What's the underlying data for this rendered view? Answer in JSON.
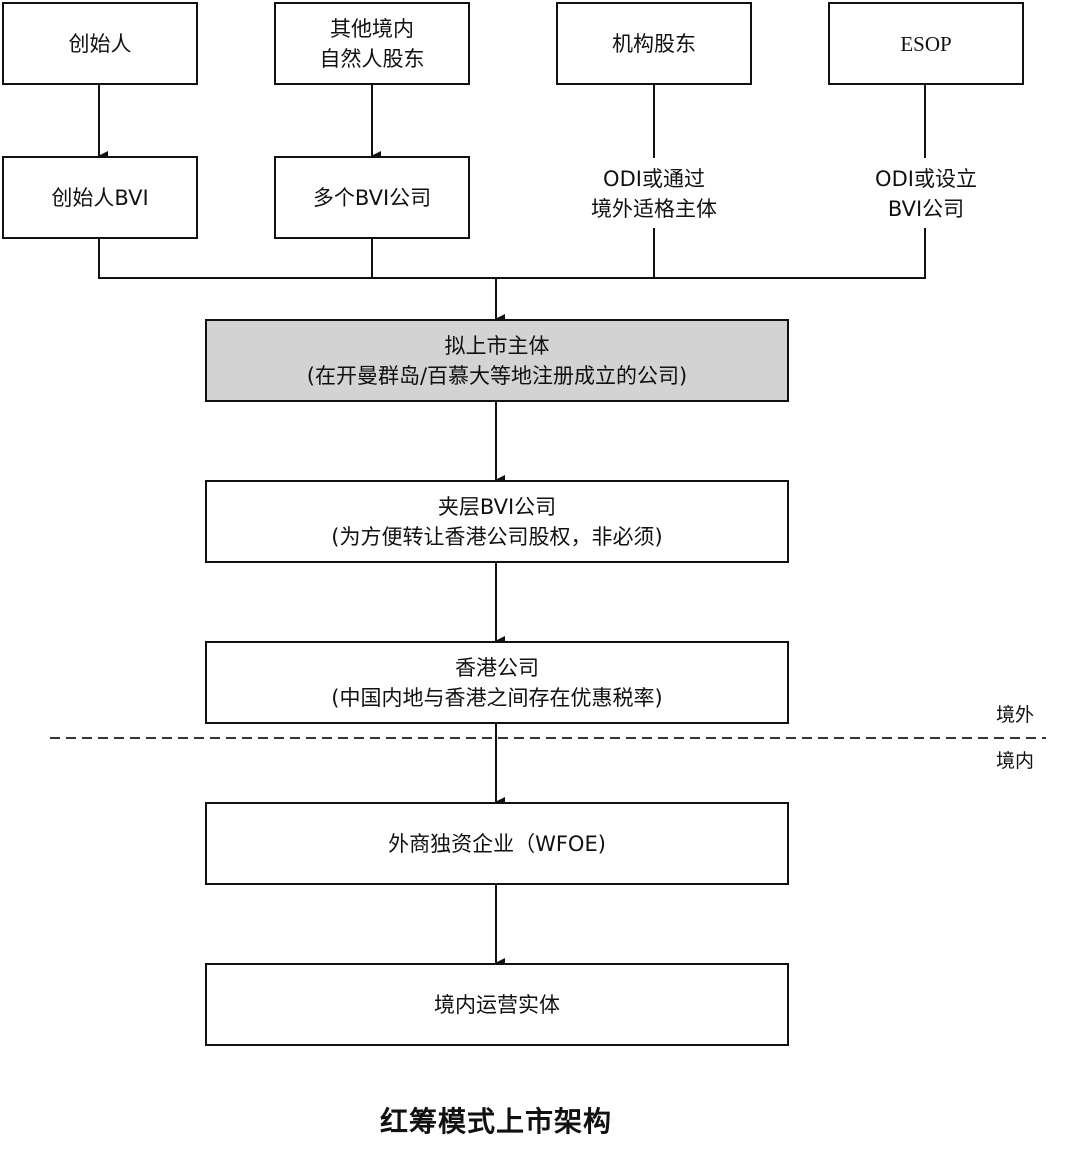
{
  "diagram": {
    "title": "红筹模式上市架构",
    "shareholders": [
      {
        "label_lines": [
          "创始人"
        ]
      },
      {
        "label_lines": [
          "其他境内",
          "自然人股东"
        ]
      },
      {
        "label_lines": [
          "机构股东"
        ]
      },
      {
        "label_lines": [
          "ESOP"
        ]
      }
    ],
    "holding_vehicles": [
      {
        "label_lines": [
          "创始人BVI"
        ],
        "boxed": true
      },
      {
        "label_lines": [
          "多个BVI公司"
        ],
        "boxed": true
      },
      {
        "label_lines": [
          "ODI或通过",
          "境外适格主体"
        ],
        "boxed": false
      },
      {
        "label_lines": [
          "ODI或设立",
          "BVI公司"
        ],
        "boxed": false
      }
    ],
    "chain": [
      {
        "label_lines": [
          "拟上市主体",
          "(在开曼群岛/百慕大等地注册成立的公司)"
        ],
        "highlight": true
      },
      {
        "label_lines": [
          "夹层BVI公司",
          "(为方便转让香港公司股权，非必须)"
        ],
        "highlight": false
      },
      {
        "label_lines": [
          "香港公司",
          "(中国内地与香港之间存在优惠税率)"
        ],
        "highlight": false
      },
      {
        "label_lines": [
          "外商独资企业（WFOE)"
        ],
        "highlight": false
      },
      {
        "label_lines": [
          "境内运营实体"
        ],
        "highlight": false
      }
    ],
    "boundary": {
      "offshore_label": "境外",
      "onshore_label": "境内"
    },
    "colors": {
      "line": "#111111",
      "highlight_fill": "#d3d3d3",
      "box_fill": "#ffffff"
    },
    "edges": [
      {
        "from": "创始人",
        "to": "创始人BVI",
        "arrow": true
      },
      {
        "from": "其他境内自然人股东",
        "to": "多个BVI公司",
        "arrow": true
      },
      {
        "from": "机构股东",
        "to": "ODI或通过境外适格主体",
        "arrow": false
      },
      {
        "from": "ESOP",
        "to": "ODI或设立BVI公司",
        "arrow": false
      },
      {
        "from": "holding_vehicles (merged)",
        "to": "拟上市主体",
        "arrow": true
      },
      {
        "from": "拟上市主体",
        "to": "夹层BVI公司",
        "arrow": true
      },
      {
        "from": "夹层BVI公司",
        "to": "香港公司",
        "arrow": true
      },
      {
        "from": "香港公司",
        "to": "外商独资企业（WFOE)",
        "arrow": true
      },
      {
        "from": "外商独资企业（WFOE)",
        "to": "境内运营实体",
        "arrow": true
      }
    ]
  }
}
